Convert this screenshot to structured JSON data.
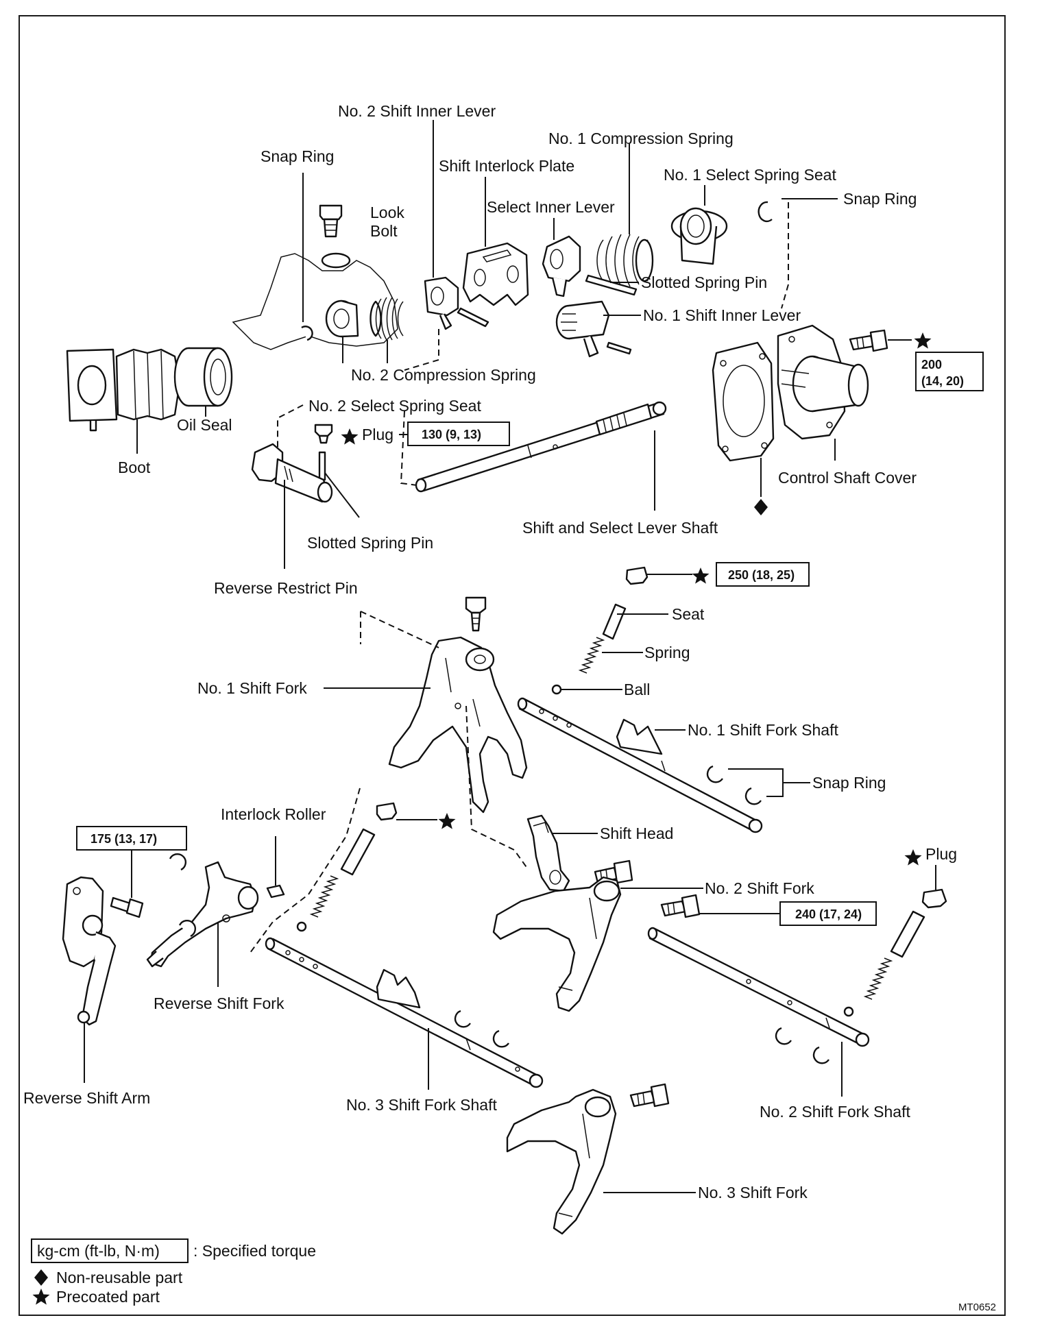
{
  "labels": {
    "no2_shift_inner_lever": "No. 2 Shift Inner Lever",
    "no1_compression_spring": "No. 1 Compression Spring",
    "shift_interlock_plate": "Shift Interlock Plate",
    "no1_select_spring_seat": "No. 1 Select Spring Seat",
    "snap_ring_top_left": "Snap Ring",
    "snap_ring_top_right": "Snap Ring",
    "look": "Look",
    "bolt": "Bolt",
    "select_inner_lever": "Select Inner Lever",
    "slotted_spring_pin_top": "Slotted Spring Pin",
    "no1_shift_inner_lever": "No. 1 Shift Inner Lever",
    "no2_compression_spring": "No. 2 Compression Spring",
    "no2_select_spring_seat": "No. 2 Select Spring Seat",
    "oil_seal": "Oil Seal",
    "boot": "Boot",
    "plug_mid": "Plug",
    "control_shaft_cover": "Control Shaft Cover",
    "shift_select_lever_shaft": "Shift and Select Lever Shaft",
    "slotted_spring_pin_mid": "Slotted Spring Pin",
    "reverse_restrict_pin": "Reverse Restrict Pin",
    "seat": "Seat",
    "spring": "Spring",
    "ball": "Ball",
    "no1_shift_fork": "No. 1 Shift Fork",
    "no1_shift_fork_shaft": "No. 1 Shift Fork Shaft",
    "snap_ring_mid": "Snap Ring",
    "interlock_roller": "Interlock Roller",
    "shift_head": "Shift Head",
    "plug_right": "Plug",
    "no2_shift_fork": "No. 2 Shift Fork",
    "reverse_shift_fork": "Reverse Shift Fork",
    "reverse_shift_arm": "Reverse Shift Arm",
    "no3_shift_fork_shaft": "No. 3 Shift Fork Shaft",
    "no2_shift_fork_shaft": "No. 2 Shift Fork Shaft",
    "no3_shift_fork": "No. 3 Shift Fork"
  },
  "torques": {
    "t200_line1": "200",
    "t200_line2": "(14, 20)",
    "t130": "130 (9, 13)",
    "t250": "250 (18, 25)",
    "t175": "175 (13, 17)",
    "t240": "240 (17, 24)"
  },
  "legend": {
    "unit_box": "kg-cm (ft-lb, N·m)",
    "unit_desc": ": Specified torque",
    "non_reusable": "Non-reusable part",
    "precoated": "Precoated part"
  },
  "figure_code": "MT0652"
}
